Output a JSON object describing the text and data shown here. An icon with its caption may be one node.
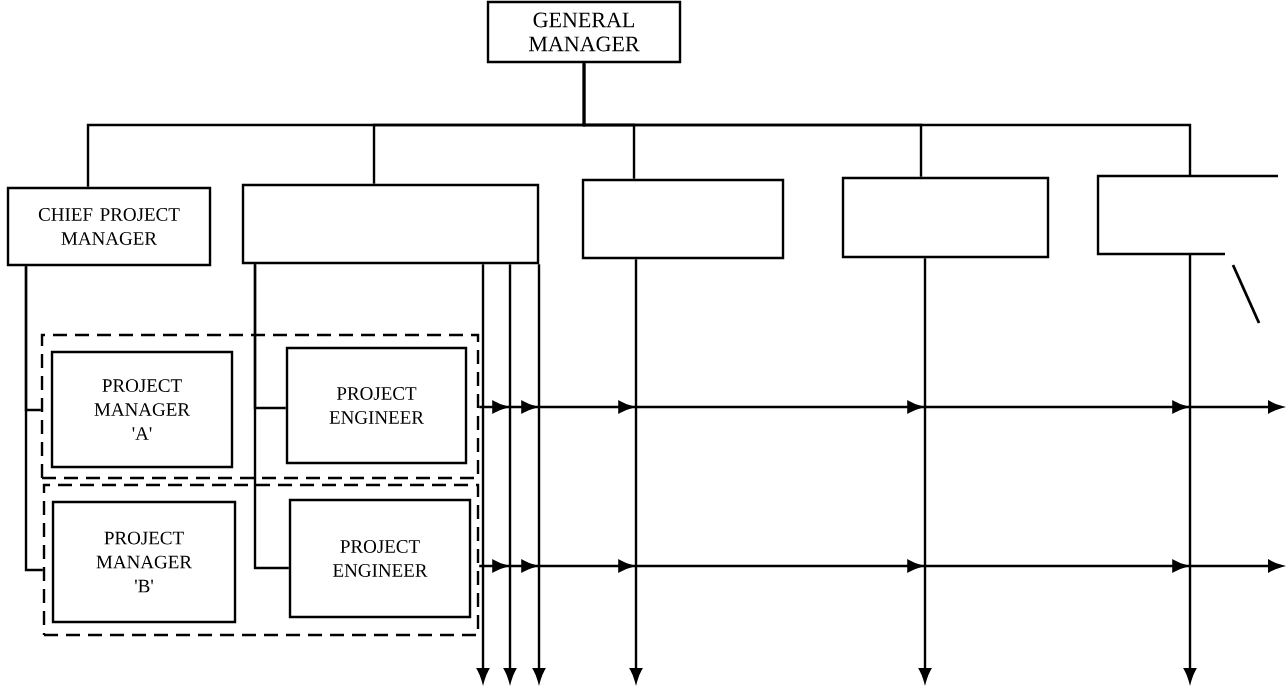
{
  "diagram": {
    "nodes": [
      {
        "text": [
          "GENERAL MANAGER"
        ]
      },
      {
        "text": [
          "CHIEF PROJECT MANAGER"
        ]
      },
      {
        "text": [],
        "shape": "box"
      },
      {
        "text": [],
        "shape": "box"
      },
      {
        "text": [],
        "shape": "box"
      },
      {
        "text": [],
        "shape": "box"
      },
      {
        "text": [],
        "shape": "box"
      },
      {
        "text": [
          "PROJECT MANAGER 'A'"
        ],
        "in": 6
      },
      {
        "text": [
          "PROJECT ENGINEER"
        ],
        "in": 6
      },
      {
        "text": [],
        "shape": "box"
      },
      {
        "text": [
          "PROJECT MANAGER 'B'"
        ],
        "in": 9
      },
      {
        "text": [
          "PROJECT ENGINEER"
        ],
        "in": 9
      }
    ],
    "edges": [
      {
        "from": 0,
        "to": 1,
        "arrow": "none"
      },
      {
        "from": 0,
        "to": 2,
        "arrow": "none"
      },
      {
        "from": 0,
        "to": 3,
        "arrow": "none"
      },
      {
        "from": 0,
        "to": 4,
        "arrow": "none"
      },
      {
        "from": 0,
        "to": 5,
        "arrow": "none"
      },
      {
        "from": 1,
        "to": 6,
        "arrow": "none"
      },
      {
        "from": 1,
        "to": 9,
        "arrow": "none"
      },
      {
        "from": 2,
        "to": 8,
        "arrow": "none"
      },
      {
        "from": 2,
        "to": 11,
        "arrow": "none"
      },
      {
        "from": 2,
        "to": null,
        "arrow": "to"
      },
      {
        "from": 2,
        "to": null,
        "arrow": "to"
      },
      {
        "from": 2,
        "to": null,
        "arrow": "to"
      },
      {
        "from": 3,
        "to": null,
        "arrow": "to"
      },
      {
        "from": 4,
        "to": null,
        "arrow": "to"
      },
      {
        "from": 5,
        "to": null,
        "arrow": "to"
      },
      {
        "from": 6,
        "to": null,
        "arrow": "to"
      },
      {
        "from": 9,
        "to": null,
        "arrow": "to"
      }
    ]
  }
}
